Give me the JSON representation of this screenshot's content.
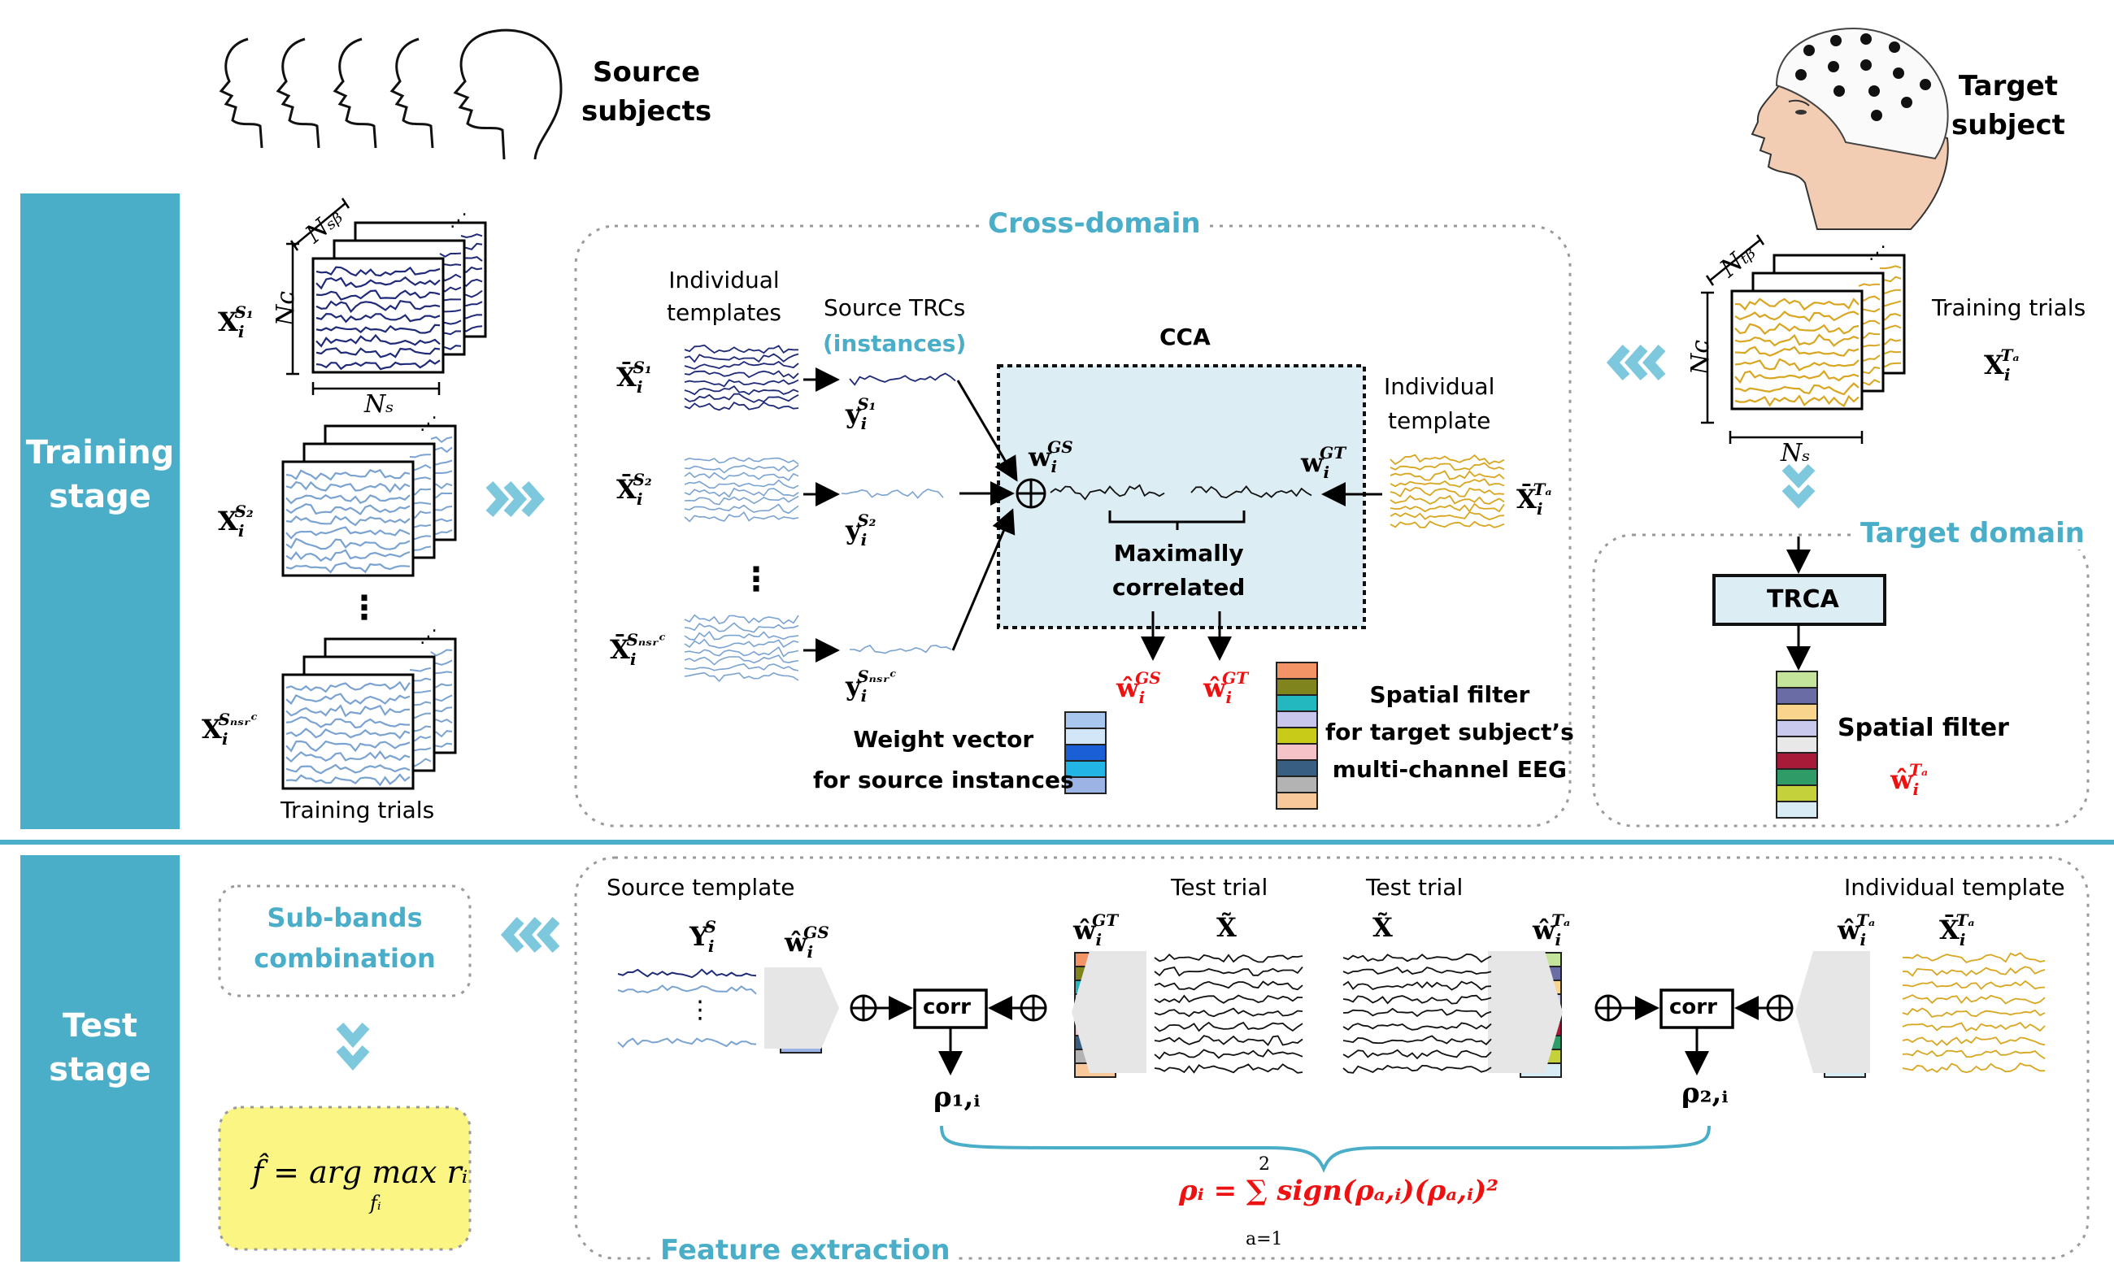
{
  "source": {
    "label_line1": "Source",
    "label_line2": "subjects"
  },
  "target": {
    "label_line1": "Target",
    "label_line2": "subject"
  },
  "stages": {
    "training_1": "Training",
    "training_2": "stage",
    "test_1": "Test",
    "test_2": "stage"
  },
  "regions": {
    "cross_domain": "Cross-domain",
    "target_domain": "Target domain",
    "feature_extraction": "Feature extraction"
  },
  "labels": {
    "training_trials_left": "Training trials",
    "training_trials_right": "Training trials",
    "individual_templates_1": "Individual",
    "individual_templates_2": "templates",
    "source_trcs": "Source TRCs",
    "instances": "(instances)",
    "cca": "CCA",
    "individual_template_1": "Individual",
    "individual_template_2": "template",
    "maximally_1": "Maximally",
    "maximally_2": "correlated",
    "weight_vector_1": "Weight vector",
    "weight_vector_2": "for source instances",
    "spatial_filter_cd_1": "Spatial filter",
    "spatial_filter_cd_2": "for target subject’s",
    "spatial_filter_cd_3": "multi-channel EEG",
    "trca": "TRCA",
    "spatial_filter_td": "Spatial filter",
    "sub_bands_1": "Sub-bands",
    "sub_bands_2": "combination",
    "source_template": "Source template",
    "test_trial_1": "Test trial",
    "test_trial_2": "Test trial",
    "individual_template_test": "Individual template",
    "corr_1": "corr",
    "corr_2": "corr",
    "dots": "⋮"
  },
  "math": {
    "X": "X",
    "Xbar": "X̄",
    "y": "y",
    "w": "w",
    "what": "ŵ",
    "Y": "Y",
    "Xtilde": "X̃",
    "s1": "S₁",
    "s2": "S₂",
    "snsrc": "Sₙₛᵣᶜ",
    "ta": "Tₐ",
    "gs": "GS",
    "gt": "GT",
    "s": "S",
    "i": "i",
    "nc": "Nᴄ",
    "ns": "Nₛ",
    "nsb": "Nₛᵦ",
    "ntb": "Nₜᵦ",
    "rho1": "ρ₁,ᵢ",
    "rho2": "ρ₂,ᵢ",
    "rho_formula": "ρᵢ = ∑ sign(ρₐ,ᵢ)(ρₐ,ᵢ)²",
    "sum_top": "2",
    "sum_bottom": "a=1",
    "argmax": "f̂ = arg max rᵢ",
    "argmax_sub": "fᵢ"
  },
  "colors": {
    "stage_blue": "#4aaec9",
    "source_dark": "#1f2a78",
    "source_light": "#7ba3d2",
    "target_gold": "#d8a620",
    "cca_fill": "#dcedf3",
    "result_yellow": "#fbf583",
    "red": "#e11111"
  },
  "filters": {
    "weight_vector": [
      "#a9c6ef",
      "#d2e6f7",
      "#1a5fd6",
      "#23b4e6",
      "#9cb3e6"
    ],
    "gt": [
      "#f39466",
      "#7f841c",
      "#23b8c0",
      "#c8c6ec",
      "#c8cc19",
      "#f5c3c7",
      "#385e82",
      "#b3b3b3",
      "#f9c89a"
    ],
    "ta": [
      "#c3e49a",
      "#6a6ca5",
      "#f8d48c",
      "#c9c9ee",
      "#e8e8e8",
      "#a71b39",
      "#2f9b66",
      "#c5d13a",
      "#d7ecf4"
    ]
  }
}
